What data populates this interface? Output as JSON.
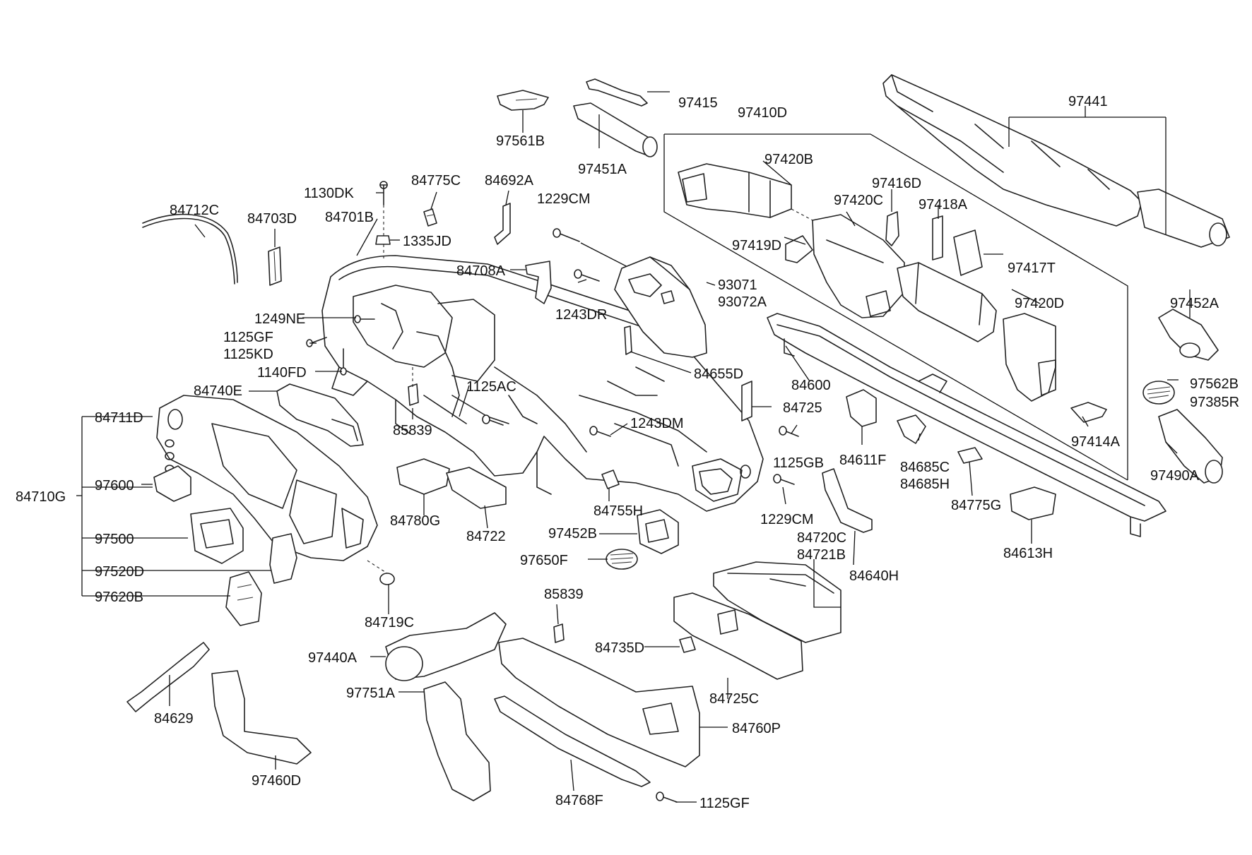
{
  "labels": {
    "p84712C": "84712C",
    "p84703D": "84703D",
    "p84701B": "84701B",
    "p1130DK": "1130DK",
    "p1335JD": "1335JD",
    "p84775C": "84775C",
    "p84692A": "84692A",
    "p84708A": "84708A",
    "p1229CM_a": "1229CM",
    "p1243DR": "1243DR",
    "p93071": "93071",
    "p93072A": "93072A",
    "p97561B": "97561B",
    "p97451A": "97451A",
    "p97415": "97415",
    "p97410D": "97410D",
    "p97420B": "97420B",
    "p97420C": "97420C",
    "p97416D": "97416D",
    "p97418A": "97418A",
    "p97419D": "97419D",
    "p97417T": "97417T",
    "p97441": "97441",
    "p97420D": "97420D",
    "p97452A": "97452A",
    "p97562B": "97562B",
    "p97385R": "97385R",
    "p97490A": "97490A",
    "p97414A": "97414A",
    "p1249NE": "1249NE",
    "p1125GF_a": "1125GF",
    "p1125KD": "1125KD",
    "p1140FD": "1140FD",
    "p84740E": "84740E",
    "p84711D": "84711D",
    "p97600": "97600",
    "p84710G": "84710G",
    "p97500": "97500",
    "p97520D": "97520D",
    "p97620B": "97620B",
    "p85839_a": "85839",
    "p1125AC": "1125AC",
    "p1243DM": "1243DM",
    "p84655D": "84655D",
    "p84600": "84600",
    "p84725": "84725",
    "p1125GB": "1125GB",
    "p84611F": "84611F",
    "p84685C": "84685C",
    "p84685H": "84685H",
    "p84775G": "84775G",
    "p84613H": "84613H",
    "p84780G": "84780G",
    "p84722": "84722",
    "p84755H": "84755H",
    "p1229CM_b": "1229CM",
    "p84720C": "84720C",
    "p84721B": "84721B",
    "p84640H": "84640H",
    "p97452B": "97452B",
    "p97650F": "97650F",
    "p84719C": "84719C",
    "p85839_b": "85839",
    "p84735D": "84735D",
    "p97440A": "97440A",
    "p97751A": "97751A",
    "p84725C": "84725C",
    "p84760P": "84760P",
    "p84629": "84629",
    "p97460D": "97460D",
    "p84768F": "84768F",
    "p1125GF_b": "1125GF"
  }
}
